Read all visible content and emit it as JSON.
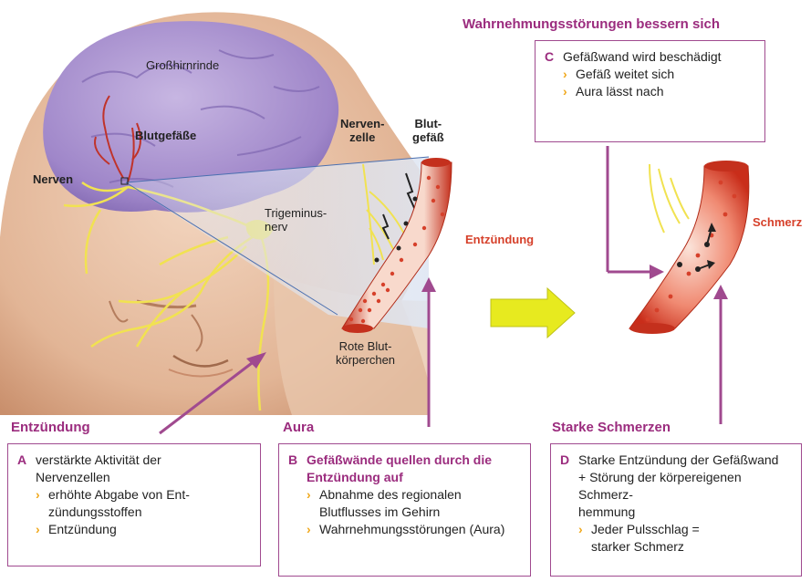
{
  "labels": {
    "grosshirnrinde": "Großhirnrinde",
    "blutgefaesse": "Blutgefäße",
    "nerven": "Nerven",
    "nervenzelle": "Nerven-\nzelle",
    "blutgefaess": "Blut-\ngefäß",
    "trigeminusnerv": "Trigeminus-\nnerv",
    "entzuendung_label": "Entzündung",
    "rote_blutkoerperchen": "Rote Blut-\nkörperchen",
    "schmerz": "Schmerz"
  },
  "headings": {
    "top_right": "Wahrnehmungsstörungen bessern sich",
    "entzuendung": "Entzündung",
    "aura": "Aura",
    "starke_schmerzen": "Starke Schmerzen"
  },
  "boxes": {
    "A": {
      "letter": "A",
      "main": "verstärkte Aktivität der Nervenzellen",
      "bullets": [
        "erhöhte Abgabe von Ent-\nzündungsstoffen",
        "Entzündung"
      ]
    },
    "B": {
      "letter": "B",
      "main": "Gefäßwände quellen durch die Entzündung auf",
      "bullets": [
        "Abnahme des regionalen Blutflusses im Gehirn",
        "Wahrnehmungsstörungen (Aura)"
      ]
    },
    "C": {
      "letter": "C",
      "main": "Gefäßwand wird beschädigt",
      "bullets": [
        "Gefäß weitet sich",
        "Aura lässt nach"
      ]
    },
    "D": {
      "letter": "D",
      "main": "Starke Entzündung der Gefäßwand + Störung der körpereigenen Schmerz-\nhemmung",
      "bullets": [
        "Jeder Pulsschlag = starker Schmerz"
      ]
    }
  },
  "colors": {
    "accent_purple": "#9b2c7e",
    "box_border": "#a04a8f",
    "bullet_orange": "#f0a81c",
    "vessel_red": "#d6402a",
    "brain_purple": "#9f86c9",
    "skin": "#e9c4a8",
    "arrow_yellow": "#e7ea1f",
    "nerve_yellow": "#f1e251"
  }
}
